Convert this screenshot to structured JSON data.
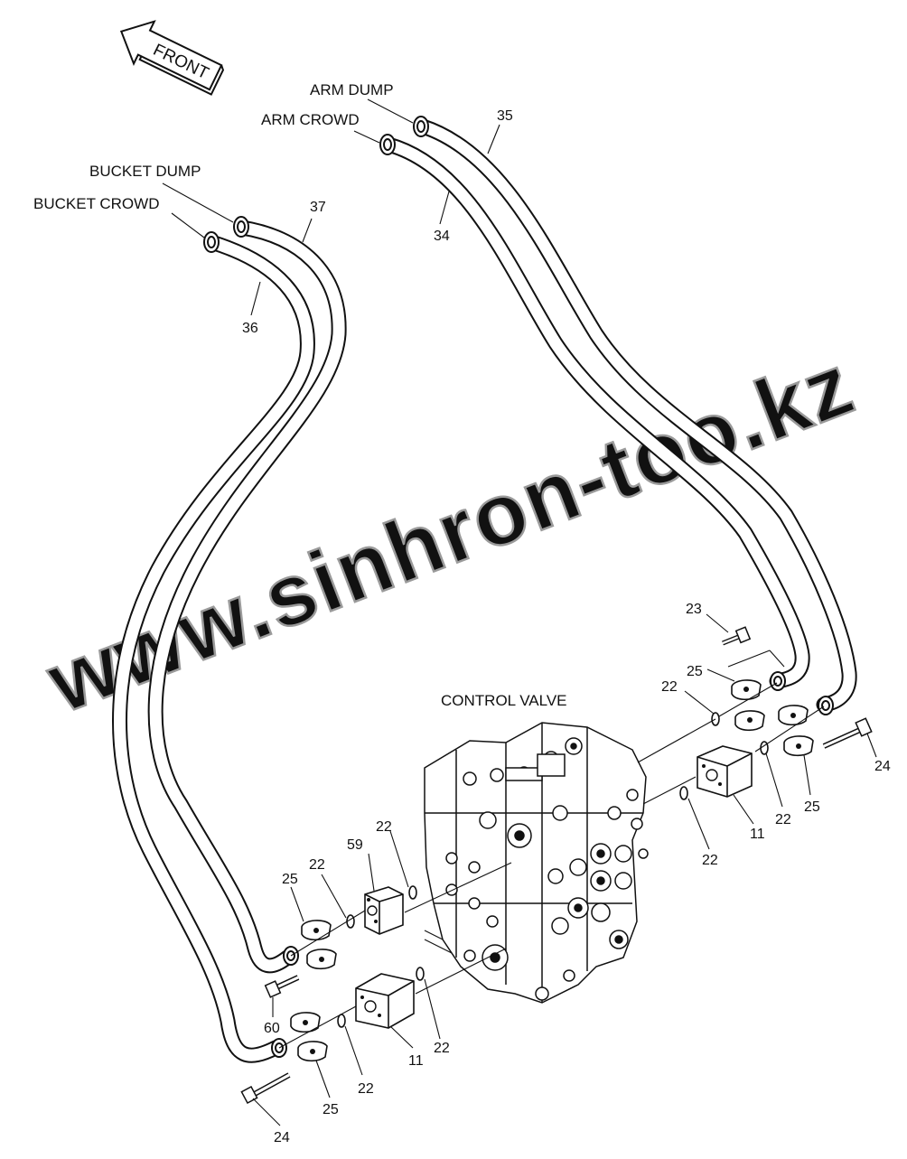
{
  "front_arrow": {
    "label": "FRONT"
  },
  "watermark": {
    "text": "www.sinhron-too.kz"
  },
  "labels": {
    "arm_dump": "ARM DUMP",
    "arm_crowd": "ARM CROWD",
    "bucket_dump": "BUCKET DUMP",
    "bucket_crowd": "BUCKET CROWD",
    "control_valve": "CONTROL VALVE"
  },
  "callouts": {
    "c35": "35",
    "c34": "34",
    "c37": "37",
    "c36": "36",
    "c23": "23",
    "c25_top": "25",
    "c22_top": "22",
    "c24_right": "24",
    "c11_right": "11",
    "c22_r1": "22",
    "c25_r": "25",
    "c22_r2": "22",
    "c59": "59",
    "c22_a": "22",
    "c22_b": "22",
    "c25_left": "25",
    "c60": "60",
    "c11_left": "11",
    "c22_c": "22",
    "c22_d": "22",
    "c25_bottom": "25",
    "c24_bottom": "24"
  }
}
